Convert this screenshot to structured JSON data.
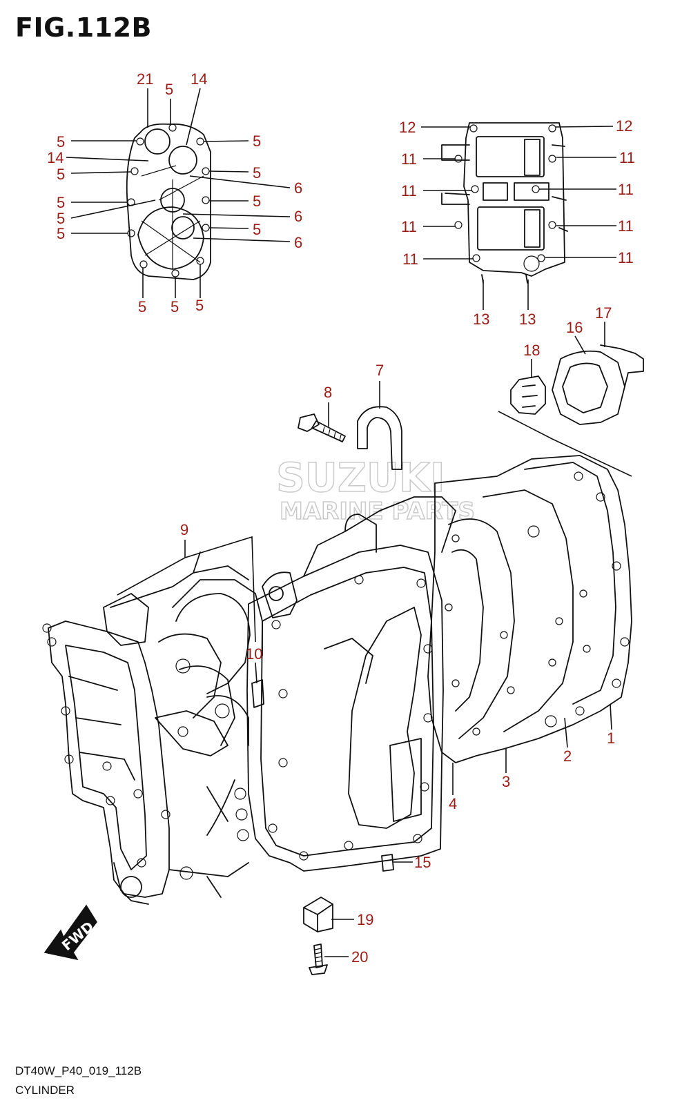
{
  "figure": {
    "title": "FIG.112B"
  },
  "footer": {
    "code": "DT40W_P40_019_112B",
    "name": "CYLINDER"
  },
  "watermark": {
    "line1": "SUZUKI",
    "line2": "MARINE PARTS"
  },
  "fwd_label": "FWD",
  "callouts": [
    {
      "id": "c21",
      "text": "21"
    },
    {
      "id": "c5a",
      "text": "5"
    },
    {
      "id": "c14a",
      "text": "14"
    },
    {
      "id": "c5b",
      "text": "5"
    },
    {
      "id": "c5c",
      "text": "5"
    },
    {
      "id": "c14b",
      "text": "14"
    },
    {
      "id": "c5d",
      "text": "5"
    },
    {
      "id": "c5e",
      "text": "5"
    },
    {
      "id": "c6a",
      "text": "6"
    },
    {
      "id": "c5f",
      "text": "5"
    },
    {
      "id": "c5g",
      "text": "5"
    },
    {
      "id": "c5h",
      "text": "5"
    },
    {
      "id": "c6b",
      "text": "6"
    },
    {
      "id": "c5i",
      "text": "5"
    },
    {
      "id": "c5j",
      "text": "5"
    },
    {
      "id": "c6c",
      "text": "6"
    },
    {
      "id": "c5k",
      "text": "5"
    },
    {
      "id": "c5l",
      "text": "5"
    },
    {
      "id": "c5m",
      "text": "5"
    },
    {
      "id": "c12a",
      "text": "12"
    },
    {
      "id": "c12b",
      "text": "12"
    },
    {
      "id": "c11a",
      "text": "11"
    },
    {
      "id": "c11b",
      "text": "11"
    },
    {
      "id": "c11c",
      "text": "11"
    },
    {
      "id": "c11d",
      "text": "11"
    },
    {
      "id": "c11e",
      "text": "11"
    },
    {
      "id": "c11f",
      "text": "11"
    },
    {
      "id": "c11g",
      "text": "11"
    },
    {
      "id": "c11h",
      "text": "11"
    },
    {
      "id": "c13a",
      "text": "13"
    },
    {
      "id": "c13b",
      "text": "13"
    },
    {
      "id": "c17",
      "text": "17"
    },
    {
      "id": "c16",
      "text": "16"
    },
    {
      "id": "c18",
      "text": "18"
    },
    {
      "id": "c7",
      "text": "7"
    },
    {
      "id": "c8",
      "text": "8"
    },
    {
      "id": "c9",
      "text": "9"
    },
    {
      "id": "c10",
      "text": "10"
    },
    {
      "id": "c1",
      "text": "1"
    },
    {
      "id": "c2",
      "text": "2"
    },
    {
      "id": "c3",
      "text": "3"
    },
    {
      "id": "c4",
      "text": "4"
    },
    {
      "id": "c15",
      "text": "15"
    },
    {
      "id": "c19",
      "text": "19"
    },
    {
      "id": "c20",
      "text": "20"
    }
  ]
}
